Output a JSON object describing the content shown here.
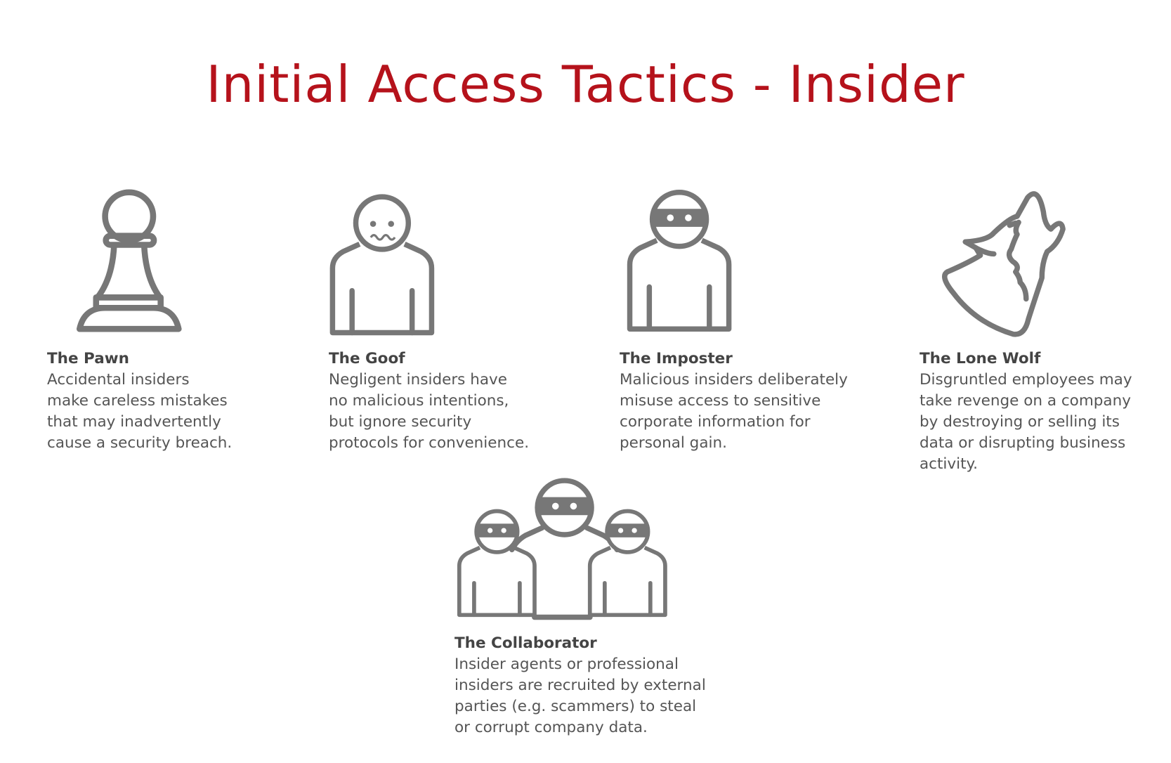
{
  "title": "Initial Access Tactics - Insider",
  "colors": {
    "title": "#b5121b",
    "icon": "#777777",
    "text": "#555555"
  },
  "personas": [
    {
      "name": "The Pawn",
      "icon": "pawn-icon",
      "description": "Accidental insiders\nmake careless mistakes\nthat may inadvertently\ncause a security breach."
    },
    {
      "name": "The Goof",
      "icon": "nervous-person-icon",
      "description": "Negligent insiders have\nno malicious intentions,\nbut ignore security\nprotocols for convenience."
    },
    {
      "name": "The Imposter",
      "icon": "masked-person-icon",
      "description": "Malicious insiders deliberately\nmisuse access to sensitive\ncorporate information for\npersonal gain."
    },
    {
      "name": "The Lone Wolf",
      "icon": "howling-wolf-icon",
      "description": "Disgruntled employees may\ntake revenge on a company\nby destroying or selling its\ndata or disrupting business\nactivity."
    },
    {
      "name": "The Collaborator",
      "icon": "masked-group-icon",
      "description": "Insider agents or professional\ninsiders are recruited by external\nparties (e.g. scammers) to steal\nor corrupt company data."
    }
  ]
}
